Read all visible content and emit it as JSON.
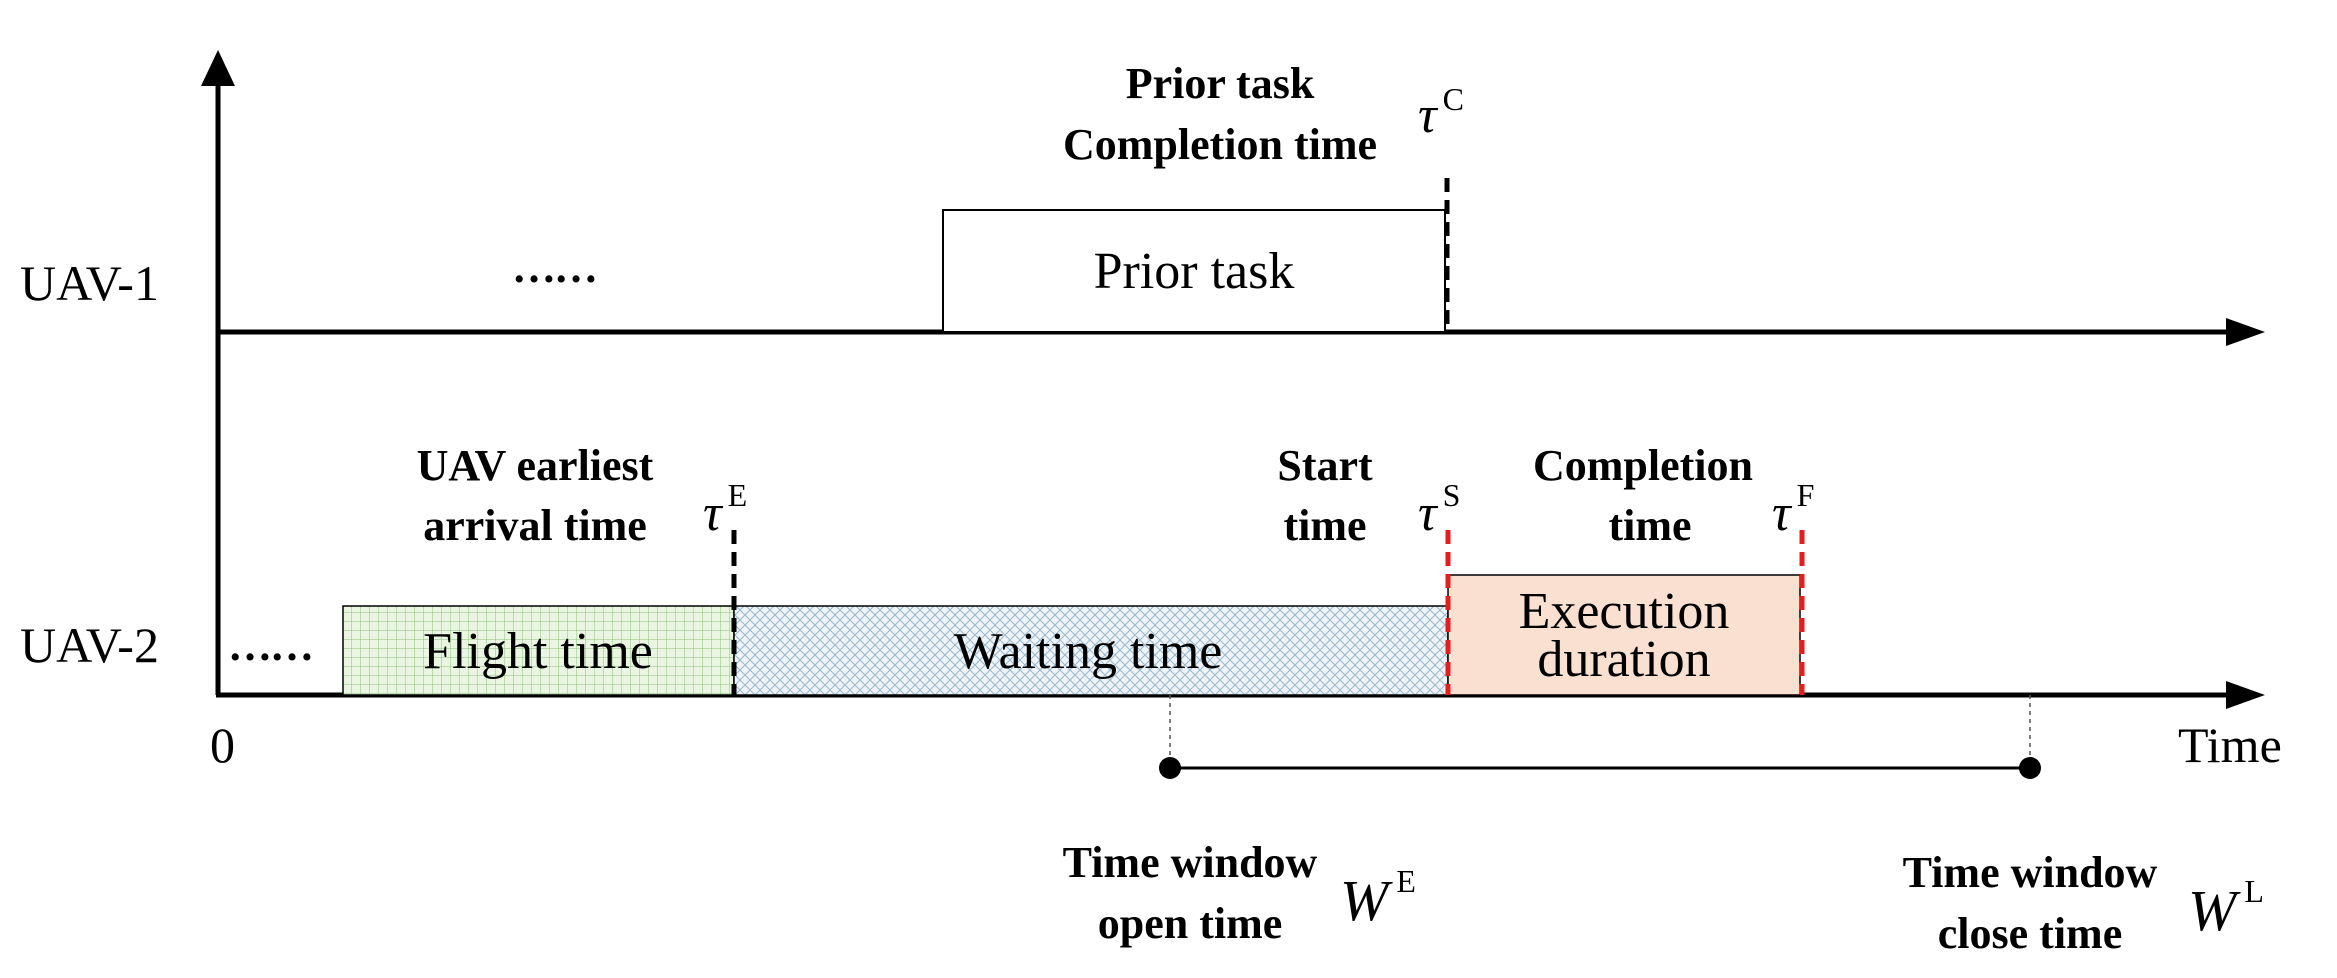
{
  "rows": {
    "uav1": "UAV-1",
    "uav2": "UAV-2"
  },
  "axis": {
    "origin": "0",
    "x_label": "Time"
  },
  "ellipsis": "……",
  "blocks": {
    "prior_task": "Prior task",
    "flight_time": "Flight time",
    "waiting_time": "Waiting time",
    "execution_line1": "Execution",
    "execution_line2": "duration"
  },
  "markers": {
    "prior_completion": {
      "line1": "Prior task",
      "line2": "Completion time",
      "symbol": "τ",
      "sup": "C"
    },
    "earliest_arrival": {
      "line1": "UAV earliest",
      "line2": "arrival time",
      "symbol": "τ",
      "sup": "E"
    },
    "start": {
      "line1": "Start",
      "line2": "time",
      "symbol": "τ",
      "sup": "S"
    },
    "completion": {
      "line1": "Completion",
      "line2": "time",
      "symbol": "τ",
      "sup": "F"
    },
    "window_open": {
      "line1": "Time window",
      "line2": "open time",
      "symbol": "W",
      "sup": "E"
    },
    "window_close": {
      "line1": "Time window",
      "line2": "close time",
      "symbol": "W",
      "sup": "L"
    }
  },
  "colors": {
    "flight_fill": "#eaf5e2",
    "flight_grid": "#8cc47a",
    "waiting_fill": "#eef4f8",
    "waiting_hatch": "#9ab8cc",
    "execution_fill": "#f9e0d1",
    "start_end_marker": "#e41e1e"
  }
}
